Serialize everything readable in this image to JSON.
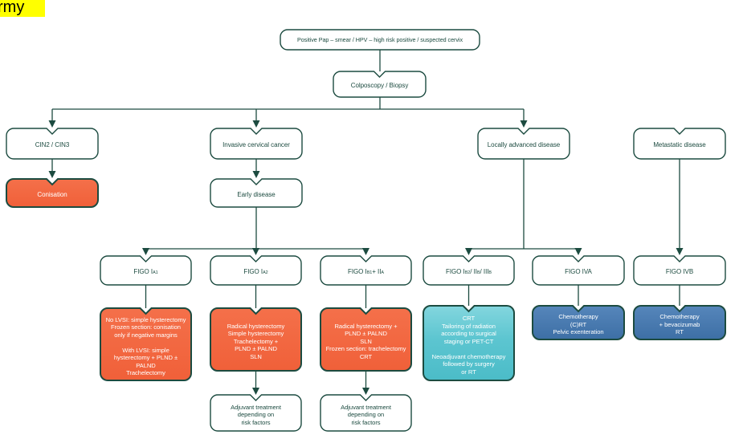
{
  "page": {
    "highlight_text": "rmy",
    "colors": {
      "border": "#1c4b40",
      "orange": "#f2683f",
      "teal": "#5bc6d0",
      "blue": "#4a7cb0",
      "highlight": "#ffff00",
      "text_dark": "#1c4b40",
      "text_light": "#ffffff"
    }
  },
  "nodes": {
    "start": "Positive Pap – smear / HPV – high risk positive / suspected cervix",
    "colposcopy": "Colposcopy / Biopsy",
    "cin": "CIN2 / CIN3",
    "invasive": "Invasive cervical cancer",
    "locally_advanced": "Locally advanced disease",
    "metastatic": "Metastatic disease",
    "conisation": "Conisation",
    "early_disease": "Early disease"
  },
  "figo": {
    "ia1": {
      "segments": [
        {
          "t": "FIGO I"
        },
        {
          "t": "A1",
          "sub": true
        }
      ]
    },
    "ia2": {
      "segments": [
        {
          "t": "FIGO I"
        },
        {
          "t": "A2",
          "sub": true
        }
      ]
    },
    "ib1_iia": {
      "segments": [
        {
          "t": "FIGO I"
        },
        {
          "t": "B1",
          "sub": true
        },
        {
          "t": " + II"
        },
        {
          "t": "A",
          "sub": true
        }
      ]
    },
    "ib2_iib_iiib": {
      "segments": [
        {
          "t": "FIGO I"
        },
        {
          "t": "B2",
          "sub": true
        },
        {
          "t": " / II"
        },
        {
          "t": "B",
          "sub": true
        },
        {
          "t": " / III"
        },
        {
          "t": "B",
          "sub": true
        }
      ]
    },
    "iva": {
      "segments": [
        {
          "t": "FIGO IVA"
        }
      ]
    },
    "ivb": {
      "segments": [
        {
          "t": "FIGO IVB"
        }
      ]
    }
  },
  "treatments": {
    "ia1": [
      "No LVSI: simple hysterectomy",
      "Frozen section: conisation",
      "only if negative margins",
      "",
      "With LVSI: simple",
      "hysterectomy + PLND ±",
      "PALND",
      "Trachelectomy"
    ],
    "ia2": [
      "Radical hysterectomy",
      "Simple hysterectomy",
      "Trachelectomy +",
      "PLND ± PALND",
      "SLN"
    ],
    "ib1_iia": [
      "Radical hysterectomy +",
      "PLND ± PALND",
      "SLN",
      "Frozen section: trachelectomy",
      "CRT"
    ],
    "ib2_iib_iiib": [
      "CRT",
      "Tailoring of radiation",
      "according to surgical",
      "staging or PET-CT",
      "",
      "Neoadjuvant chemotherapy",
      "followed by surgery",
      "or RT"
    ],
    "iva": [
      "Chemotherapy",
      "(C)RT",
      "Pelvic exenteration"
    ],
    "ivb": [
      "Chemotherapy",
      "+ bevacizumab",
      "RT"
    ],
    "adjuvant_a": [
      "Adjuvant treatment",
      "depending on",
      "risk factors"
    ],
    "adjuvant_b": [
      "Adjuvant treatment",
      "depending on",
      "risk factors"
    ]
  }
}
